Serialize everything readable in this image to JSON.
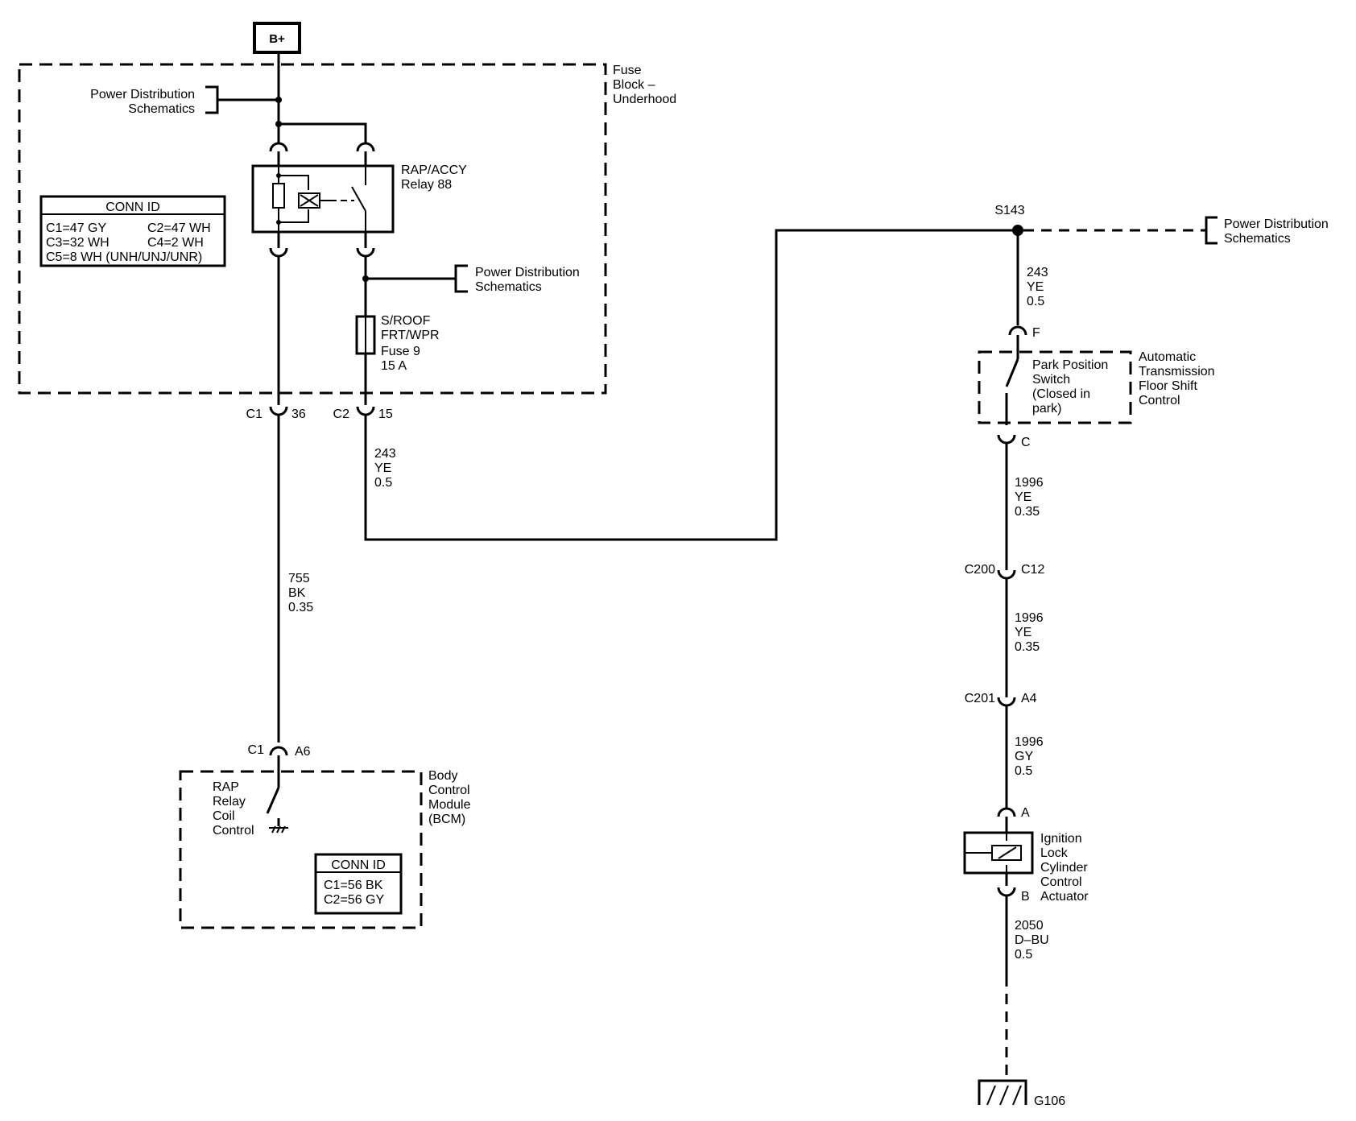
{
  "battery": "B+",
  "fuse_block": {
    "line1": "Fuse",
    "line2": "Block –",
    "line3": "Underhood"
  },
  "power_dist_1": {
    "line1": "Power Distribution",
    "line2": "Schematics"
  },
  "power_dist_2": {
    "line1": "Power Distribution",
    "line2": "Schematics"
  },
  "power_dist_3": {
    "line1": "Power Distribution",
    "line2": "Schematics"
  },
  "relay": {
    "line1": "RAP/ACCY",
    "line2": "Relay 88"
  },
  "conn_id_fuse": {
    "title": "CONN ID",
    "c1": "C1=47 GY",
    "c2": "C2=47 WH",
    "c3": "C3=32 WH",
    "c4": "C4=2 WH",
    "c5": "C5=8 WH (UNH/UNJ/UNR)"
  },
  "fuse": {
    "line1": "S/ROOF",
    "line2": "FRT/WPR",
    "line3": "Fuse 9",
    "line4": "15 A"
  },
  "conn_c1_36": {
    "conn": "C1",
    "pin": "36"
  },
  "conn_c2_15": {
    "conn": "C2",
    "pin": "15"
  },
  "wire_243_left": {
    "circuit": "243",
    "color": "YE",
    "gauge": "0.5"
  },
  "wire_755": {
    "circuit": "755",
    "color": "BK",
    "gauge": "0.35"
  },
  "conn_c1_a6": {
    "conn": "C1",
    "pin": "A6"
  },
  "bcm": {
    "line1": "Body",
    "line2": "Control",
    "line3": "Module",
    "line4": "(BCM)"
  },
  "rap_coil": {
    "line1": "RAP",
    "line2": "Relay",
    "line3": "Coil",
    "line4": "Control"
  },
  "conn_id_bcm": {
    "title": "CONN ID",
    "c1": "C1=56 BK",
    "c2": "C2=56 GY"
  },
  "splice": "S143",
  "wire_243_right": {
    "circuit": "243",
    "color": "YE",
    "gauge": "0.5"
  },
  "pin_f": "F",
  "park_switch": {
    "line1": "Park Position",
    "line2": "Switch",
    "line3": "(Closed in",
    "line4": "park)"
  },
  "trans_control": {
    "line1": "Automatic",
    "line2": "Transmission",
    "line3": "Floor Shift",
    "line4": "Control"
  },
  "pin_c": "C",
  "wire_1996_a": {
    "circuit": "1996",
    "color": "YE",
    "gauge": "0.35"
  },
  "conn_c200": {
    "conn": "C200",
    "pin": "C12"
  },
  "wire_1996_b": {
    "circuit": "1996",
    "color": "YE",
    "gauge": "0.35"
  },
  "conn_c201": {
    "conn": "C201",
    "pin": "A4"
  },
  "wire_1996_c": {
    "circuit": "1996",
    "color": "GY",
    "gauge": "0.5"
  },
  "pin_a": "A",
  "actuator": {
    "line1": "Ignition",
    "line2": "Lock",
    "line3": "Cylinder",
    "line4": "Control",
    "line5": "Actuator"
  },
  "pin_b": "B",
  "wire_2050": {
    "circuit": "2050",
    "color": "D–BU",
    "gauge": "0.5"
  },
  "ground": "G106"
}
